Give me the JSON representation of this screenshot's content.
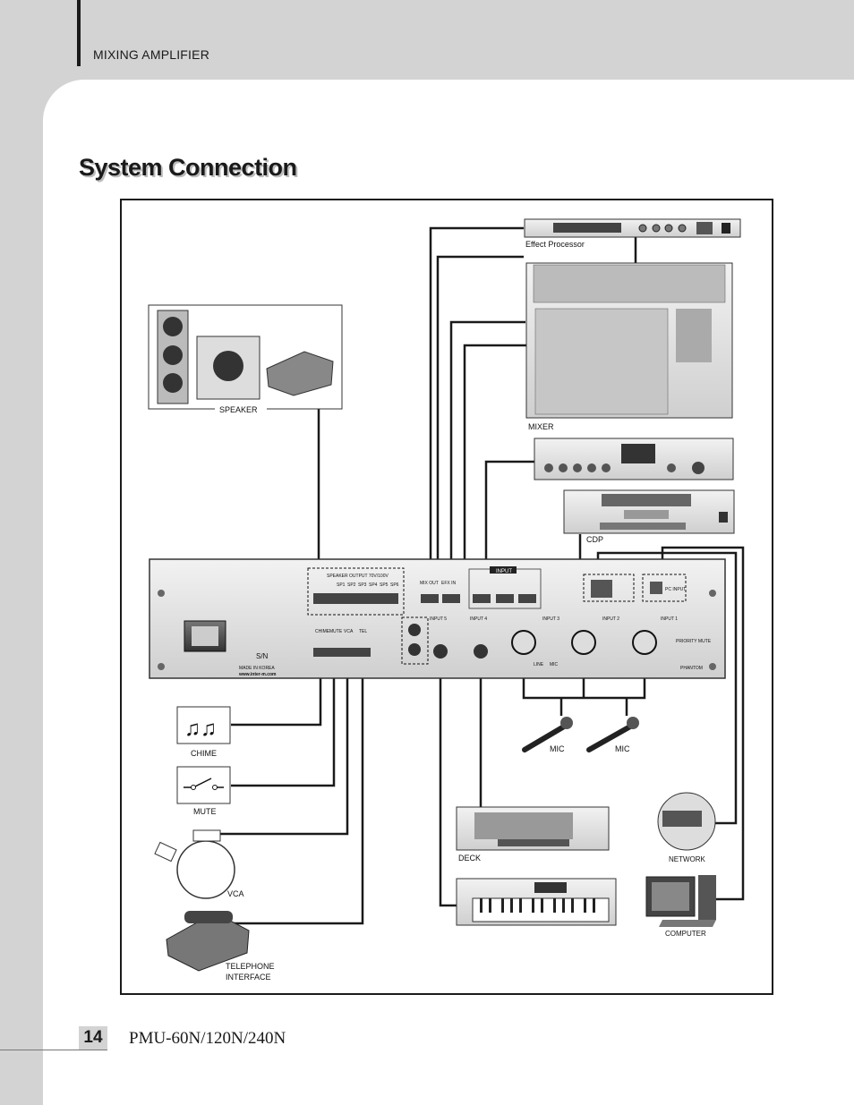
{
  "header": {
    "section": "MIXING AMPLIFIER"
  },
  "title": "System Connection",
  "footer": {
    "page_number": "14",
    "model": "PMU-60N/120N/240N"
  },
  "diagram": {
    "devices": {
      "effect_processor": "Effect Processor",
      "mixer": "MIXER",
      "cdp": "CDP",
      "speaker": "SPEAKER",
      "chime": "CHIME",
      "mute": "MUTE",
      "vca": "VCA",
      "telephone_line1": "TELEPHONE",
      "telephone_line2": "INTERFACE",
      "mic1": "MIC",
      "mic2": "MIC",
      "deck": "DECK",
      "network": "NETWORK",
      "computer": "COMPUTER"
    },
    "rear_panel": {
      "speaker_output": "SPEAKER OUTPUT 70V/100V",
      "speaker_terminals": [
        "SP1",
        "SP2",
        "SP3",
        "SP4",
        "SP5",
        "SP6"
      ],
      "input_group": "INPUT",
      "input_1": "INPUT 1",
      "input_2": "INPUT 2",
      "input_3": "INPUT 3",
      "input_4": "INPUT 4",
      "input_5": "INPUT 5",
      "mix_out": "MIX OUT",
      "efx_in": "EFX IN",
      "chime_term": "CHIME",
      "mute_term": "MUTE",
      "vca_term": "VCA",
      "tel_term": "TEL",
      "pc_input": "PC INPUT",
      "priority_mute": "PRIORITY MUTE",
      "phantom": "PHANTOM",
      "line": "LINE",
      "mic": "MIC",
      "sn": "S/N",
      "made_in": "MADE IN KOREA",
      "website": "www.inter-m.com"
    }
  }
}
